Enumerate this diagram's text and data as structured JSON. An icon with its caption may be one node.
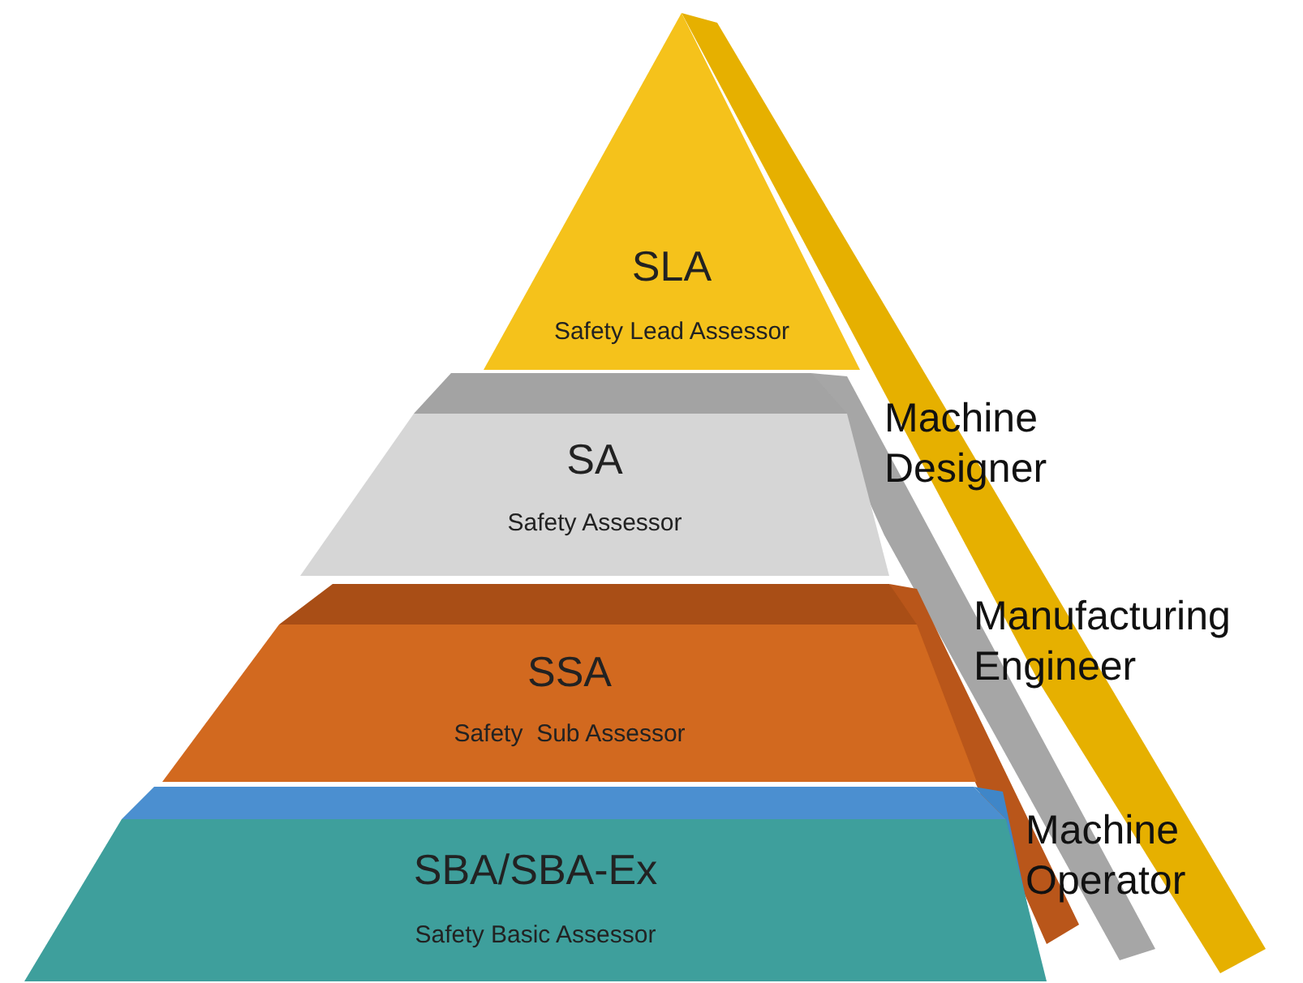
{
  "diagram": {
    "nodes": [
      {
        "text": [
          "SLA",
          "Safety Lead Assessor"
        ]
      },
      {
        "text": [
          "SA",
          "Safety Assessor"
        ]
      },
      {
        "text": [
          "SSA",
          "Safety  Sub Assessor"
        ]
      },
      {
        "text": [
          "SBA/SBA-Ex",
          "Safety Basic Assessor"
        ]
      }
    ],
    "labels": [
      "Machine Designer",
      "Manufacturing Engineer",
      "Machine Operator"
    ]
  }
}
